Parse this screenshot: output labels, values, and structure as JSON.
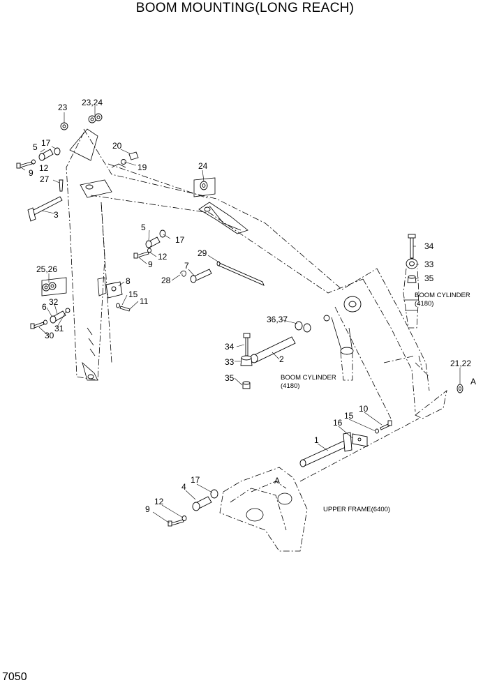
{
  "title": "BOOM MOUNTING(LONG REACH)",
  "page_number": "7050",
  "callouts": [
    "23",
    "23,24",
    "5",
    "17",
    "20",
    "12",
    "19",
    "9",
    "24",
    "27",
    "3",
    "5",
    "17",
    "9",
    "12",
    "29",
    "34",
    "33",
    "35",
    "7",
    "8",
    "28",
    "25,26",
    "15",
    "11",
    "32",
    "6",
    "31",
    "30",
    "36,37",
    "34",
    "2",
    "33",
    "35",
    "21,22",
    "10",
    "15",
    "16",
    "1",
    "17",
    "4",
    "12",
    "9"
  ],
  "reference_letters": [
    "A",
    "A"
  ],
  "notes": {
    "boom_cylinder_right_line1": "BOOM CYLINDER",
    "boom_cylinder_right_line2": "(4180)",
    "boom_cylinder_center_line1": "BOOM CYLINDER",
    "boom_cylinder_center_line2": "(4180)",
    "upper_frame": "UPPER FRAME(6400)"
  }
}
